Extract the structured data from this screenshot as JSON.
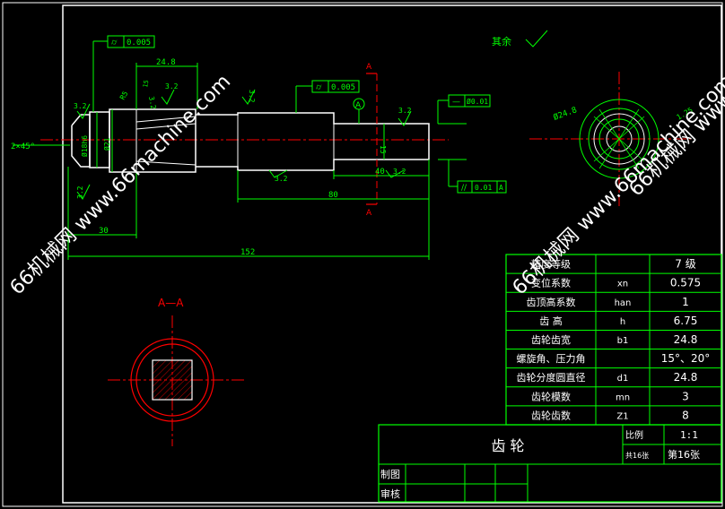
{
  "colors": {
    "background": "#000000",
    "outline": "#ffffff",
    "dimension": "#00ff00",
    "centerline": "#ff0000",
    "table_text": "#ffffff",
    "watermark": "#ffffff"
  },
  "watermark": {
    "text_1": "66机械网  www.66machine.com",
    "text_2": "66机械网  www.66machine.com",
    "text_3": "66机械网  www.66mac"
  },
  "notes": {
    "rest_roughness": "其余",
    "section_label": "A—A",
    "section_arrow_top": "A",
    "section_arrow_bottom": "A",
    "datum": "A"
  },
  "dimensions": {
    "d_24_8_top": "24.8",
    "chamfer": "2×45°",
    "dia_18": "Ø18h6",
    "dia_21": "Ø21",
    "len_30": "30",
    "len_152": "152",
    "len_80": "80",
    "len_40": "40",
    "dia_15": "15",
    "r5": "R5",
    "r15": "15",
    "dia_24_8_side": "Ø24.8",
    "ra_32_a": "3.2",
    "ra_32_b": "3.2",
    "ra_32_c": "3.2",
    "ra_32_d": "3.2",
    "ra_32_e": "3.2",
    "ra_32_f": "3.2",
    "ra_32_g": "3.2",
    "ra_32_h": "3.2",
    "side_1_25": "1.25"
  },
  "tolerances": {
    "cyl_top": "0.005",
    "cyl_mid": "0.005",
    "circ_right": "Ø0.01",
    "parallel_right": "0.01",
    "parallel_datum": "A"
  },
  "spec_table": {
    "rows": [
      {
        "label": "精度等级",
        "symbol": "",
        "value": "7 级"
      },
      {
        "label": "变位系数",
        "symbol": "xn",
        "value": "0.575"
      },
      {
        "label": "齿顶高系数",
        "symbol": "han",
        "value": "1"
      },
      {
        "label": "齿  高",
        "symbol": "h",
        "value": "6.75"
      },
      {
        "label": "齿轮齿宽",
        "symbol": "b1",
        "value": "24.8"
      },
      {
        "label": "螺旋角、压力角",
        "symbol": "",
        "value": "15°、20°"
      },
      {
        "label": "齿轮分度圆直径",
        "symbol": "d1",
        "value": "24.8"
      },
      {
        "label": "齿轮模数",
        "symbol": "mn",
        "value": "3"
      },
      {
        "label": "齿轮齿数",
        "symbol": "Z1",
        "value": "8"
      }
    ]
  },
  "title_block": {
    "part_name": "齿  轮",
    "scale_label": "比例",
    "scale_value": "1:1",
    "sheets_total": "共16张",
    "sheet_no": "第16张",
    "drawn_by": "制图",
    "checked_by": "审核"
  }
}
